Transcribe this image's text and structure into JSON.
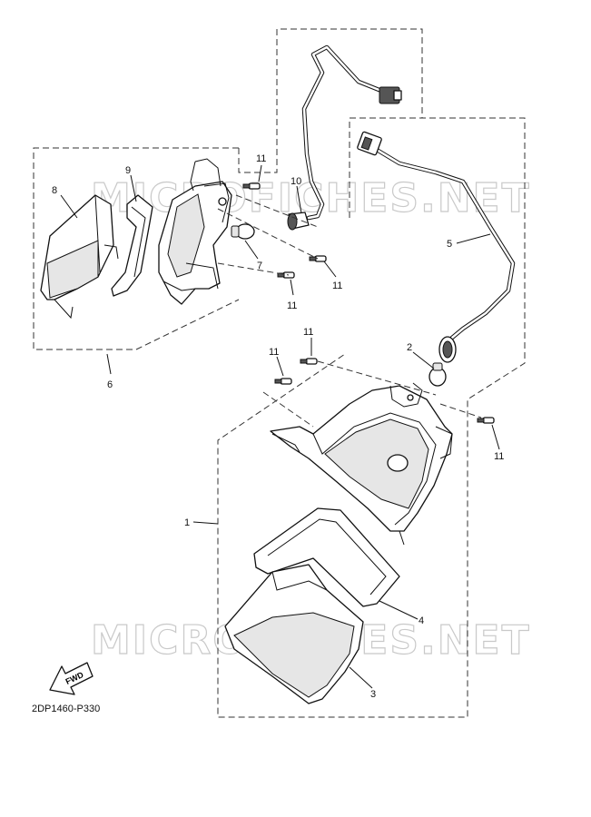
{
  "watermarks": [
    "MICROFICHES.NET",
    "MICROFICHES.NET"
  ],
  "callouts": {
    "c1": "1",
    "c2": "2",
    "c3": "3",
    "c4": "4",
    "c5": "5",
    "c6": "6",
    "c7": "7",
    "c8": "8",
    "c9": "9",
    "c10": "10",
    "c11a": "11",
    "c11b": "11",
    "c11c": "11",
    "c11d": "11",
    "c11e": "11",
    "c11f": "11"
  },
  "fwd_label": "FWD",
  "diagram_code": "2DP1460-P330"
}
